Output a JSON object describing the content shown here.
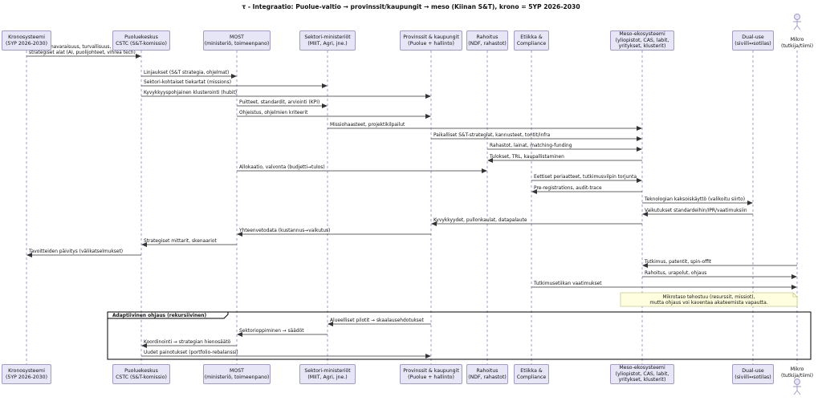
{
  "title": "τ - Integraatio: Puolue-valtio → provinssit/kaupungit → meso (Kiinan S&T), krono = 5YP 2026-2030",
  "participants": [
    {
      "id": "krono",
      "label": "Kronosysteemi\n(5YP 2026-2030)",
      "type": "box"
    },
    {
      "id": "puolue",
      "label": "Puoluekeskus\nCSTC (S&T-komissio)",
      "type": "box"
    },
    {
      "id": "most",
      "label": "MOST\n(ministeriö, toimeenpano)",
      "type": "box"
    },
    {
      "id": "sektori",
      "label": "Sektori-ministeriöt\n(MIIT, Agri, jne.)",
      "type": "box"
    },
    {
      "id": "provinssi",
      "label": "Provinssit & kaupungit\n(Puolue + hallinto)",
      "type": "box"
    },
    {
      "id": "rahoitus",
      "label": "Rahoitus\n(NDF, rahastot)",
      "type": "box"
    },
    {
      "id": "etiikka",
      "label": "Etiikka &\nCompliance",
      "type": "box"
    },
    {
      "id": "meso",
      "label": "Meso-ekosysteemi\n(yliopistot, CAS, labit,\nyritykset, klusterit)",
      "type": "box"
    },
    {
      "id": "dual",
      "label": "Dual-use\n(siviili↔sotilas)",
      "type": "box"
    },
    {
      "id": "mikro",
      "label": "Mikro\n(tutkija/tiimi)",
      "type": "actor"
    }
  ],
  "messages": [
    {
      "from": "krono",
      "to": "puolue",
      "text": "Kehys: omavaraisuus, turvallisuus,\nstrategiset alat (AI, puolijohteet, vihreä tech)"
    },
    {
      "from": "puolue",
      "to": "most",
      "text": "Linjaukset (S&T strategia, ohjelmat)"
    },
    {
      "from": "puolue",
      "to": "sektori",
      "text": "Sektori-kohtaiset tiekartat (missions)"
    },
    {
      "from": "puolue",
      "to": "provinssi",
      "text": "Kyvykkyyspohjainen klusterointi (hubit)"
    },
    {
      "from": "most",
      "to": "sektori",
      "text": "Puitteet, standardit, arviointi (KPI)"
    },
    {
      "from": "most",
      "to": "provinssi",
      "text": "Ohjeistus, ohjelmien kriteerit"
    },
    {
      "from": "sektori",
      "to": "meso",
      "text": "Missiohaasteet, projektikilpailut"
    },
    {
      "from": "provinssi",
      "to": "meso",
      "text": "Paikalliset S&T-strategiat, kannusteet, tontit/infra"
    },
    {
      "from": "rahoitus",
      "to": "meso",
      "text": "Rahastot, lainat, matching-funding"
    },
    {
      "from": "meso",
      "to": "rahoitus",
      "text": "Tulokset, TRL, kaupallistaminen"
    },
    {
      "from": "most",
      "to": "rahoitus",
      "text": "Allokaatio, valvonta (budjetti→tulos)"
    },
    {
      "from": "etiikka",
      "to": "meso",
      "text": "Eettiset periaatteet, tutkimusvilpin torjunta"
    },
    {
      "from": "meso",
      "to": "etiikka",
      "text": "Pre-registrations, audit-trace"
    },
    {
      "from": "meso",
      "to": "dual",
      "text": "Teknologian kaksoiskäyttö (valikoitu siirto)"
    },
    {
      "from": "dual",
      "to": "meso",
      "text": "Vaikutukset standardeihin/IPR/vaatimuksiin"
    },
    {
      "from": "meso",
      "to": "provinssi",
      "text": "Kyvykkyydet, pullonkaulat, datapalaute"
    },
    {
      "from": "provinssi",
      "to": "most",
      "text": "Yhteenvetodata (kustannus→vaikutus)"
    },
    {
      "from": "most",
      "to": "puolue",
      "text": "Strategiset mittarit, skenaariot"
    },
    {
      "from": "puolue",
      "to": "krono",
      "text": "Tavoitteiden päivitys (välikatselmukset)"
    },
    {
      "from": "mikro",
      "to": "meso",
      "text": "Tutkimus, patentit, spin-offit"
    },
    {
      "from": "meso",
      "to": "mikro",
      "text": "Rahoitus, urapolut, ohjaus"
    },
    {
      "from": "etiikka",
      "to": "mikro",
      "text": "Tutkimusetiikan vaatimukset"
    }
  ],
  "note": {
    "text": "Mikrotaso tehostuu (resurssit, missiot),\nmutta ohjaus voi kaventaa akateemista vapautta."
  },
  "group": {
    "label": "Adaptiivinen ohjaus (rekursiivinen)",
    "messages": [
      {
        "from": "provinssi",
        "to": "sektori",
        "text": "Alueelliset pilotit → skaalausehdotukset"
      },
      {
        "from": "sektori",
        "to": "most",
        "text": "Sektorioppiminen → säädöt"
      },
      {
        "from": "most",
        "to": "puolue",
        "text": "Koordinointi → strategian hienosäätö"
      },
      {
        "from": "puolue",
        "to": "provinssi",
        "text": "Uudet painotukset (portfolio-rebalanssi)"
      }
    ]
  },
  "colors": {
    "box_fill": "#e6e6f7",
    "box_border": "#a39bc9",
    "lifeline": "#a39bc9",
    "arrow": "#333333",
    "note_fill": "#ffffe0",
    "note_border": "#c9c98a"
  }
}
